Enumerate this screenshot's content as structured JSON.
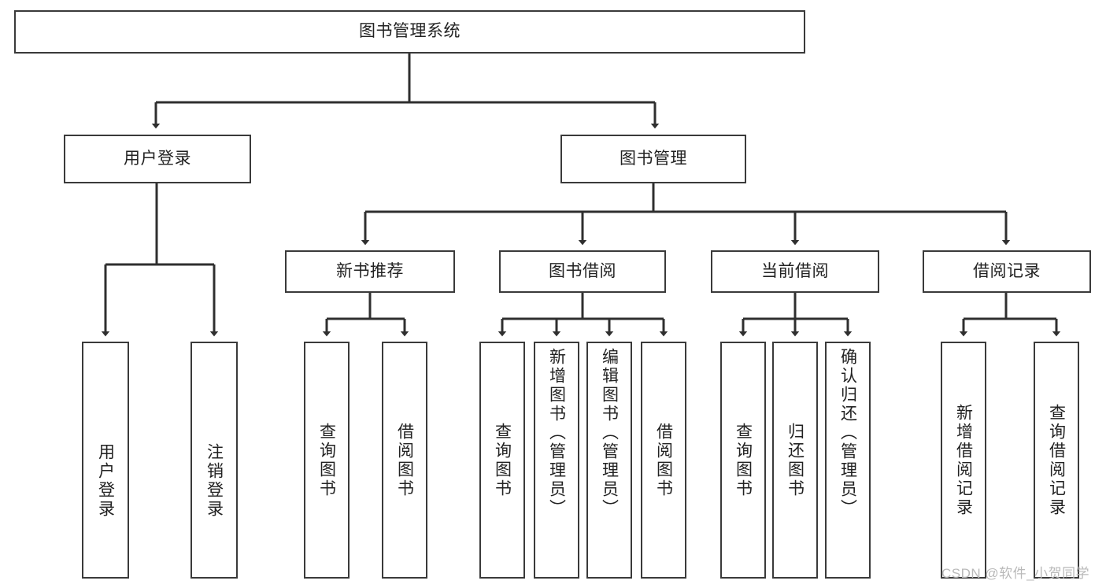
{
  "diagram": {
    "title": "图书管理系统",
    "type": "hierarchy-tree",
    "root": {
      "label": "图书管理系统"
    },
    "level2": [
      {
        "label": "用户登录"
      },
      {
        "label": "图书管理"
      }
    ],
    "level3": [
      {
        "label": "新书推荐"
      },
      {
        "label": "图书借阅"
      },
      {
        "label": "当前借阅"
      },
      {
        "label": "借阅记录"
      }
    ],
    "leaves": {
      "user_login": [
        {
          "label": "用户登录"
        },
        {
          "label": "注销登录"
        }
      ],
      "new_book_recommend": [
        {
          "label": "查询图书"
        },
        {
          "label": "借阅图书"
        }
      ],
      "book_borrow": [
        {
          "label": "查询图书"
        },
        {
          "label": "新增图书（管理员）"
        },
        {
          "label": "编辑图书（管理员）"
        },
        {
          "label": "借阅图书"
        }
      ],
      "current_borrow": [
        {
          "label": "查询图书"
        },
        {
          "label": "归还图书"
        },
        {
          "label": "确认归还（管理员）"
        }
      ],
      "borrow_records": [
        {
          "label": "新增借阅记录"
        },
        {
          "label": "查询借阅记录"
        }
      ]
    }
  },
  "watermark": {
    "text": "CSDN @软件_小贺同学"
  },
  "colors": {
    "background": "#ffffff",
    "box_border": "#3a3a3a",
    "box_fill": "#ffffff",
    "text": "#222222",
    "edge": "#2f2f2f",
    "watermark": "#b9b9b9"
  }
}
